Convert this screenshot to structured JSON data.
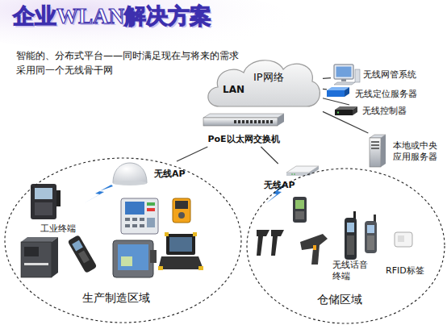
{
  "diagram": {
    "title": "企业WLAN解决方案",
    "nodes": [
      {
        "text": [
          "IP网络",
          "LAN"
        ]
      },
      {
        "text": [
          "无线网管系统"
        ]
      },
      {
        "text": [
          "无线定位服务器"
        ]
      },
      {
        "text": [
          "无线控制器"
        ]
      },
      {
        "text": [
          "本地或中央 应用服务器"
        ]
      },
      {
        "text": [
          "PoE以太网交换机"
        ]
      },
      {
        "text": [
          "生产制造区域"
        ]
      },
      {
        "text": [
          "无线AP"
        ],
        "in": 6
      },
      {
        "text": [
          "工业终端"
        ],
        "in": 6
      },
      {
        "text": [
          "仓储区域"
        ]
      },
      {
        "text": [
          "无线AP"
        ],
        "in": 9
      },
      {
        "text": [
          "无线话音 终端"
        ],
        "in": 9
      },
      {
        "text": [
          "RFID标签"
        ],
        "in": 9
      }
    ],
    "edges": [
      {
        "from": 0,
        "to": 1,
        "arrow": "none"
      },
      {
        "from": 0,
        "to": 2,
        "arrow": "none"
      },
      {
        "from": 0,
        "to": 3,
        "arrow": "none"
      },
      {
        "from": 0,
        "to": 4,
        "arrow": "none"
      },
      {
        "from": 5,
        "to": 7,
        "arrow": "none"
      },
      {
        "from": 5,
        "to": 10,
        "arrow": "none"
      }
    ],
    "labels": [
      "智能的、分布式平台——同时满足现在与将来的需求",
      "采用同一个无线骨干网"
    ]
  }
}
